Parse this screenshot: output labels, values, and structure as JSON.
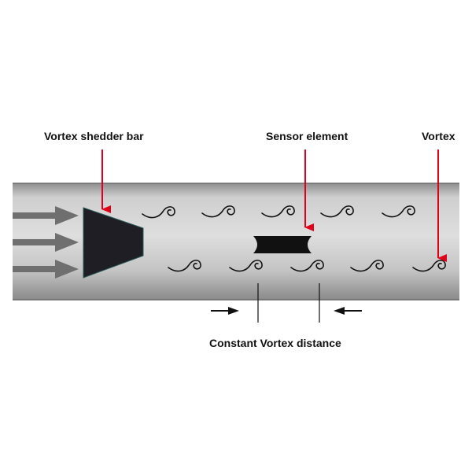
{
  "labels": {
    "shedder": "Vortex shedder bar",
    "sensor": "Sensor element",
    "vortex": "Vortex",
    "distance": "Constant Vortex distance"
  },
  "colors": {
    "pipe_light": "#d9d9d9",
    "pipe_mid": "#b4b4b4",
    "pipe_dark": "#8e8e8e",
    "pointer": "#e0001a",
    "flow_arrow": "#6f6f6f",
    "ink": "#111111"
  },
  "icons": {
    "flow": "flow-arrow-icon",
    "vortex": "vortex-swirl-icon",
    "pointer": "pointer-arrow-icon"
  }
}
